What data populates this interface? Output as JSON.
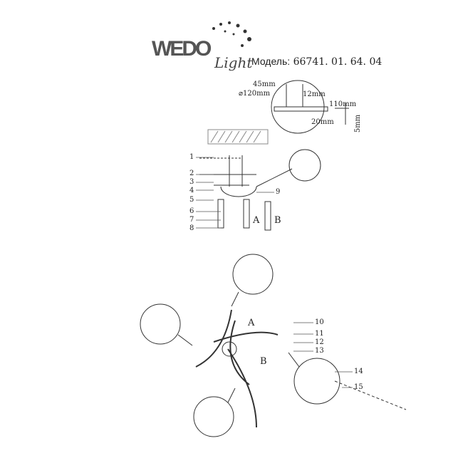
{
  "logo": {
    "brand": "WEDO",
    "script": "Light"
  },
  "model": {
    "label": "Модель:",
    "number": "66741. 01. 64. 04"
  },
  "detail": {
    "diameter": "⌀120mm",
    "d45": "45mm",
    "d12": "12mm",
    "d110": "110mm",
    "d20": "20mm",
    "d5": "5mm"
  },
  "parts": [
    "1",
    "2",
    "3",
    "4",
    "5",
    "6",
    "7",
    "8",
    "9",
    "10",
    "11",
    "12",
    "13",
    "14",
    "15"
  ],
  "labels": {
    "a": "A",
    "b": "B"
  }
}
